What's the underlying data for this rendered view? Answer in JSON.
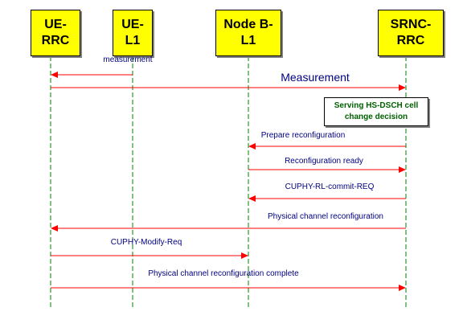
{
  "colors": {
    "entity_fill": "#ffff00",
    "lifeline": "#008000",
    "arrow": "#ff0000",
    "label_text": "#000080",
    "note_text": "#006000"
  },
  "entities": [
    {
      "id": "ue-rrc",
      "line1": "UE-",
      "line2": "RRC"
    },
    {
      "id": "ue-l1",
      "line1": "UE-",
      "line2": "L1"
    },
    {
      "id": "node-b-l1",
      "line1": "Node B-",
      "line2": "L1"
    },
    {
      "id": "srnc-rrc",
      "line1": "SRNC-",
      "line2": "RRC"
    }
  ],
  "note": {
    "line1": "Serving HS-DSCH cell",
    "line2": "change decision"
  },
  "messages": [
    {
      "from": "ue-l1",
      "to": "ue-rrc",
      "label": "measurement"
    },
    {
      "from": "ue-rrc",
      "to": "srnc-rrc",
      "label": "Measurement"
    },
    {
      "from": "srnc-rrc",
      "to": "node-b-l1",
      "label": "Prepare reconfiguration"
    },
    {
      "from": "node-b-l1",
      "to": "srnc-rrc",
      "label": "Reconfiguration ready"
    },
    {
      "from": "srnc-rrc",
      "to": "node-b-l1",
      "label": "CUPHY-RL-commit-REQ"
    },
    {
      "from": "srnc-rrc",
      "to": "ue-rrc",
      "label": "Physical channel reconfiguration"
    },
    {
      "from": "ue-rrc",
      "to": "node-b-l1",
      "label": "CUPHY-Modify-Req"
    },
    {
      "from": "ue-rrc",
      "to": "srnc-rrc",
      "label": "Physical channel reconfiguration complete"
    }
  ]
}
